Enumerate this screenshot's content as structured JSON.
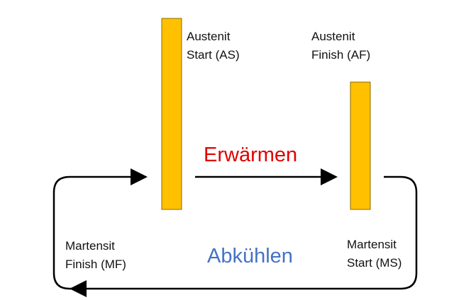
{
  "colors": {
    "bar_fill": "#ffc000",
    "bar_stroke": "#8a6d00",
    "arrow": "#000000",
    "heating_text": "#e00000",
    "cooling_text": "#4472c4"
  },
  "labels": {
    "austenite_start": {
      "line1": "Austenit",
      "line2": "Start (AS)"
    },
    "austenite_finish": {
      "line1": "Austenit",
      "line2": "Finish (AF)"
    },
    "martensite_finish": {
      "line1": "Martensit",
      "line2": "Finish (MF)"
    },
    "martensite_start": {
      "line1": "Martensit",
      "line2": "Start (MS)"
    }
  },
  "processes": {
    "heating": "Erwärmen",
    "cooling": "Abkühlen"
  }
}
